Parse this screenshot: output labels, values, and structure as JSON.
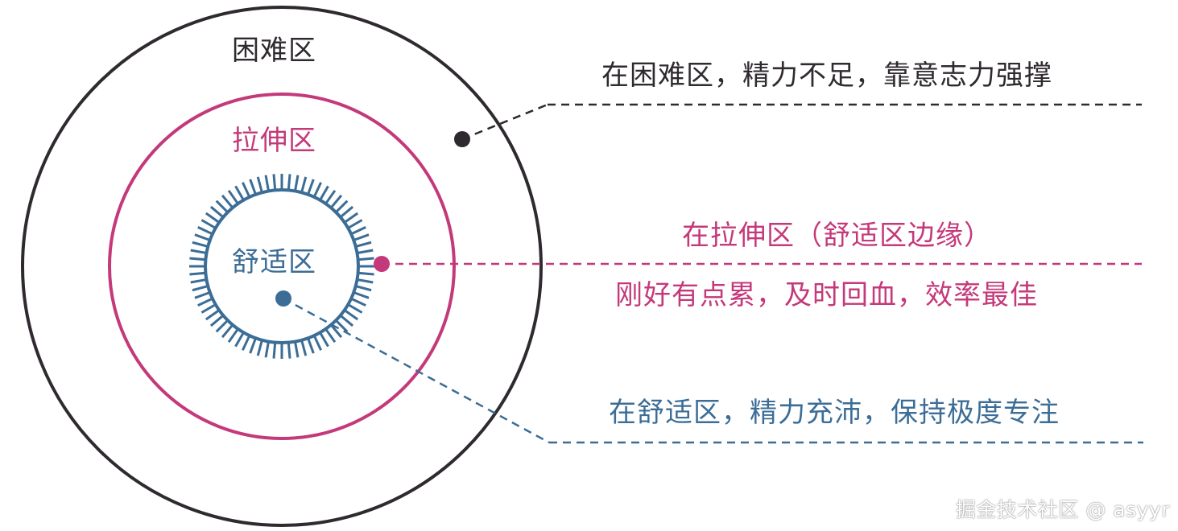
{
  "colors": {
    "difficulty": "#2f2a2f",
    "stretch": "#c4397a",
    "comfort": "#3b6d96",
    "watermark": "#ffffff"
  },
  "zones": {
    "difficulty": {
      "label": "困难区",
      "description": "在困难区，精力不足，靠意志力强撑"
    },
    "stretch": {
      "label": "拉伸区",
      "description_top": "在拉伸区（舒适区边缘）",
      "description_bottom": "刚好有点累，及时回血，效率最佳"
    },
    "comfort": {
      "label": "舒适区",
      "description": "在舒适区，精力充沛，保持极度专注"
    }
  },
  "watermark": "掘金技术社区 @ asyyr"
}
